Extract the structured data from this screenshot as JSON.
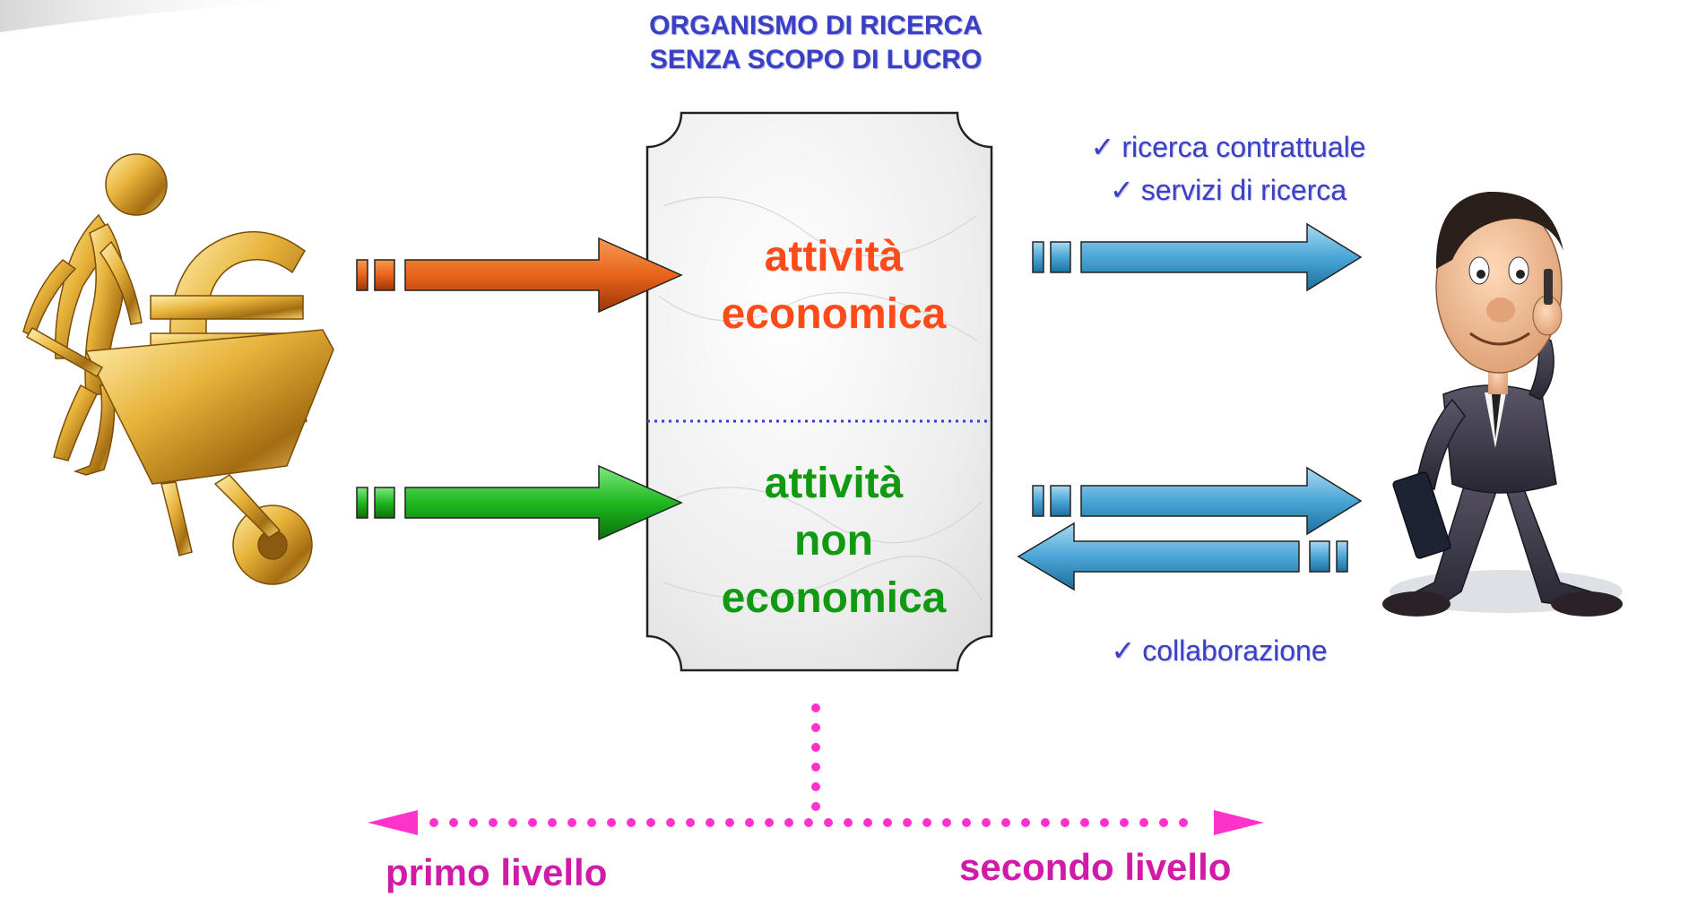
{
  "title": {
    "line1": "ORGANISMO DI RICERCA",
    "line2": "SENZA SCOPO DI LUCRO"
  },
  "center": {
    "economic": {
      "line1": "attività",
      "line2": "economica"
    },
    "non_economic": {
      "line1": "attività",
      "line2": "non",
      "line3": "economica"
    }
  },
  "right_top_items": [
    {
      "check": "✓",
      "label": "ricerca contrattuale"
    },
    {
      "check": "✓",
      "label": "servizi di ricerca"
    }
  ],
  "right_bottom_item": {
    "check": "✓",
    "label": "collaborazione"
  },
  "levels": {
    "left": "primo livello",
    "right": "secondo livello"
  },
  "colors": {
    "title": "#3b3fc4",
    "economic": "#ff4a1a",
    "non_economic": "#119a11",
    "arrow_orange": "#e8641a",
    "arrow_green": "#1fb81f",
    "arrow_blue": "#4aa6d6",
    "level_magenta": "#d11aa8",
    "dotted_magenta": "#ff33cc",
    "divider_blue": "#3a3ad6"
  },
  "icons": {
    "left_figure": "gold-figure-wheelbarrow-euro-icon",
    "right_figure": "businessman-phone-icon"
  }
}
